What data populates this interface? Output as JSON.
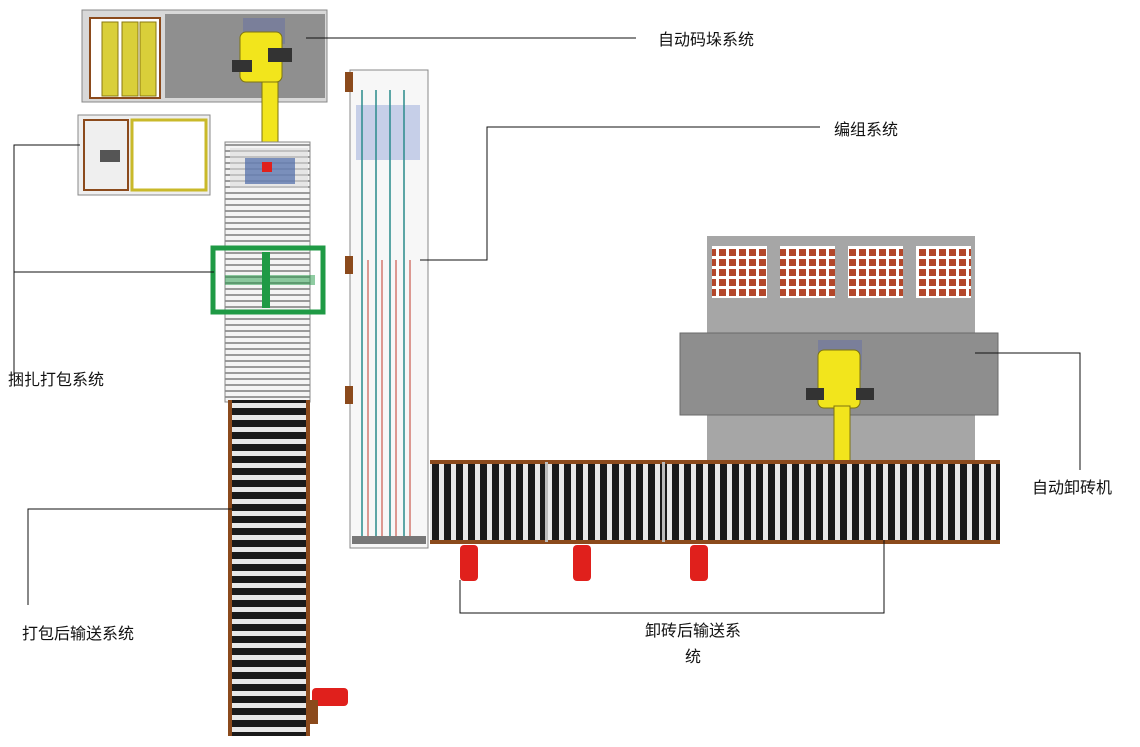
{
  "labels": {
    "palletizing": "自动码垛系统",
    "grouping": "编组系统",
    "strapping": "捆扎打包系统",
    "unloading_robot": "自动卸砖机",
    "post_pack_conveyor": "打包后输送系统",
    "post_unload_conveyor_line1": "卸砖后输送系",
    "post_unload_conveyor_line2": "统"
  },
  "colors": {
    "robot": "#f2e51c",
    "kiln_car_frame": "#9a9a9a",
    "conveyor_roller_dark": "#1a1a1a",
    "conveyor_roller_light": "#e6e6e6",
    "conveyor_frame": "#8b4a1c",
    "strapping_frame": "#1f9a45",
    "motor": "#e0201c",
    "brick": "#b3472a",
    "grouping_lines": "#c0392b",
    "grouping_blue": "#7d8fc0"
  }
}
